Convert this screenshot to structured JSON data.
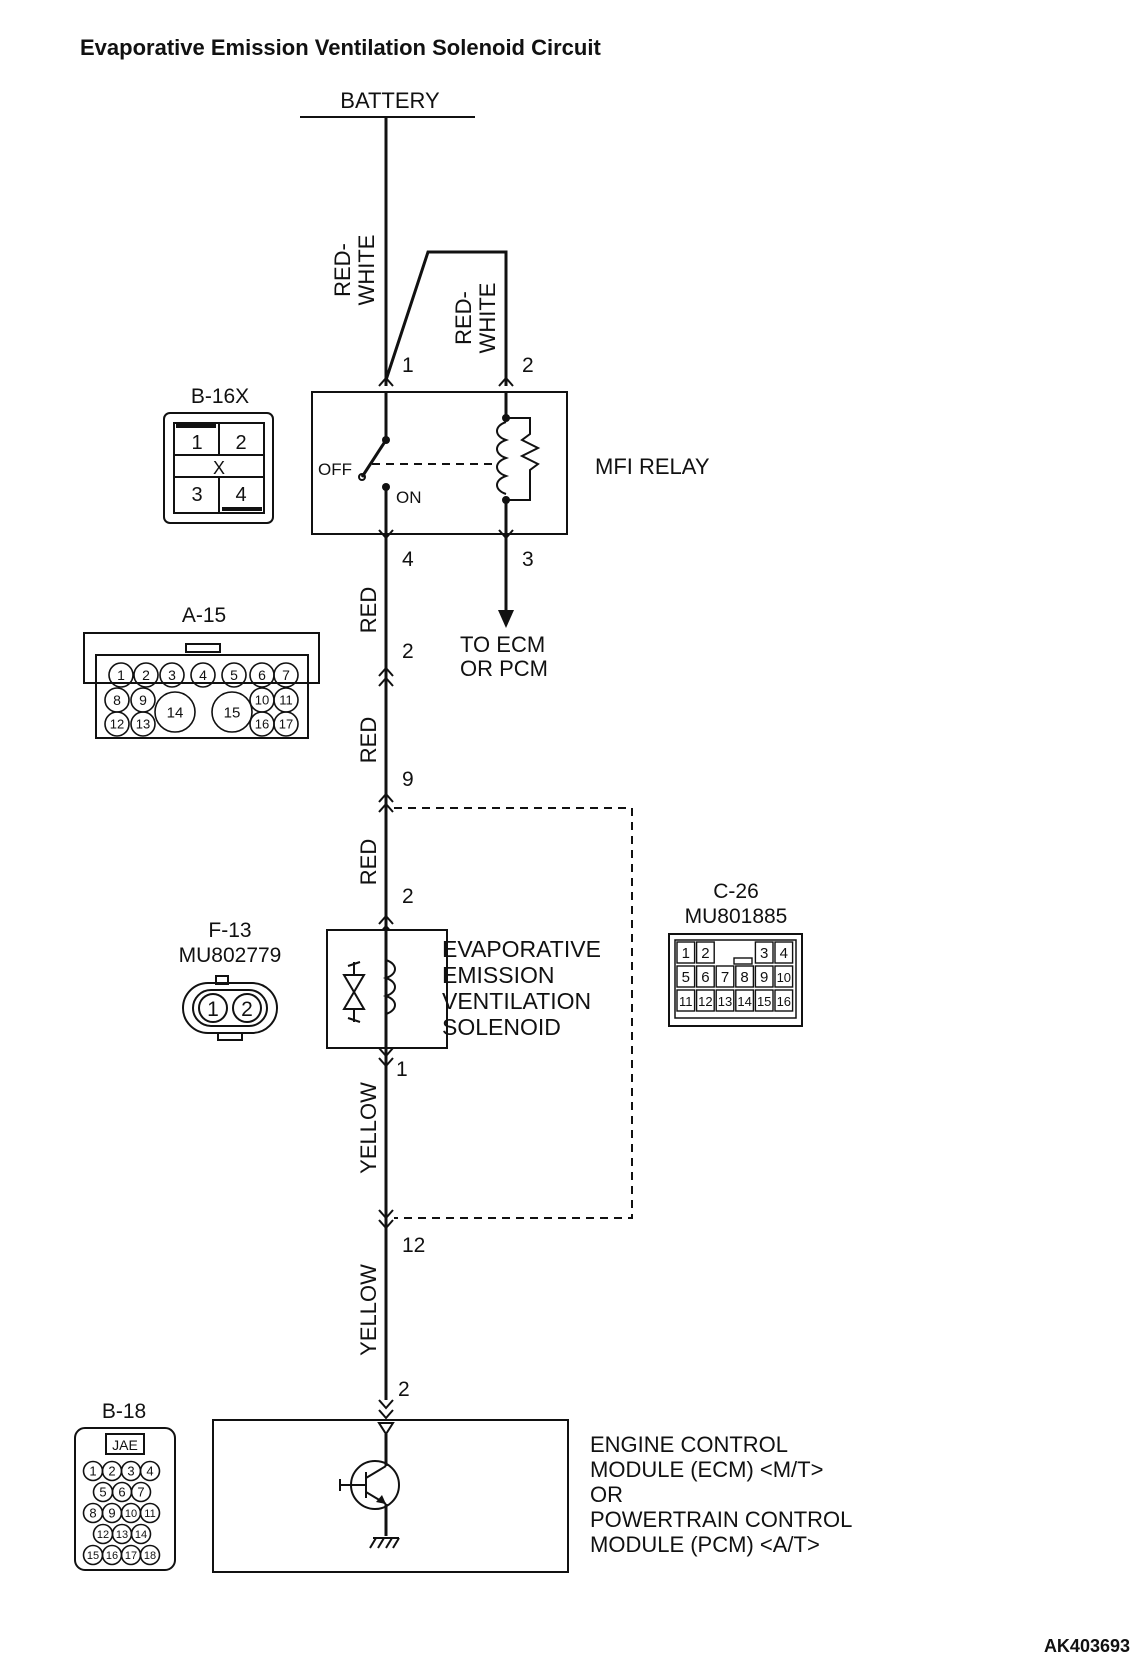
{
  "title": "Evaporative Emission Ventilation Solenoid Circuit",
  "battery": "BATTERY",
  "wire_colors": {
    "red_white_a": [
      "RED-",
      "WHITE"
    ],
    "red_white_b": [
      "RED-",
      "WHITE"
    ],
    "red_1": "RED",
    "red_2": "RED",
    "red_3": "RED",
    "yellow_1": "YELLOW",
    "yellow_2": "YELLOW"
  },
  "mfi_relay": {
    "label": "MFI RELAY",
    "off": "OFF",
    "on": "ON",
    "pins": {
      "p1": "1",
      "p2": "2",
      "p3": "3",
      "p4": "4"
    }
  },
  "to_ecm": [
    "TO ECM",
    "OR PCM"
  ],
  "junction_pins": {
    "a15_2": "2",
    "a15_9": "9",
    "c26_2": "2",
    "sol_1": "1",
    "c26_12": "12",
    "ecm_2": "2"
  },
  "solenoid": [
    "EVAPORATIVE",
    "EMISSION",
    "VENTILATION",
    "SOLENOID"
  ],
  "ecm": [
    "ENGINE CONTROL",
    "MODULE (ECM) <M/T>",
    "OR",
    "POWERTRAIN CONTROL",
    "MODULE (PCM) <A/T>"
  ],
  "connectors": {
    "b16x": {
      "name": "B-16X",
      "pins": [
        "1",
        "2",
        "X",
        "3",
        "4"
      ]
    },
    "a15": {
      "name": "A-15",
      "pins": [
        "1",
        "2",
        "3",
        "4",
        "5",
        "6",
        "7",
        "8",
        "9",
        "10",
        "11",
        "12",
        "13",
        "14",
        "15",
        "16",
        "17"
      ]
    },
    "f13": {
      "name": "F-13",
      "part": "MU802779",
      "pins": [
        "1",
        "2"
      ]
    },
    "c26": {
      "name": "C-26",
      "part": "MU801885",
      "pins": [
        "1",
        "2",
        "3",
        "4",
        "5",
        "6",
        "7",
        "8",
        "9",
        "10",
        "11",
        "12",
        "13",
        "14",
        "15",
        "16"
      ]
    },
    "b18": {
      "name": "B-18",
      "tag": "JAE",
      "pins": [
        "1",
        "2",
        "3",
        "4",
        "5",
        "6",
        "7",
        "8",
        "9",
        "10",
        "11",
        "12",
        "13",
        "14",
        "15",
        "16",
        "17",
        "18"
      ]
    }
  },
  "figure_id": "AK403693"
}
